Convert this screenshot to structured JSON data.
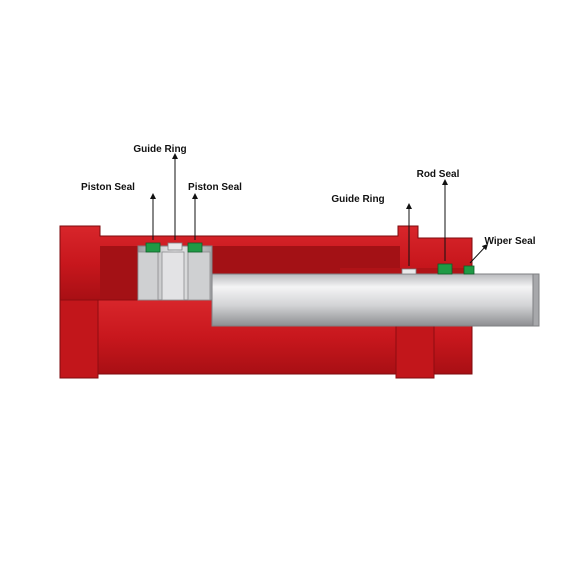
{
  "labels": {
    "guide_ring_piston": "Guide Ring",
    "piston_seal_left": "Piston Seal",
    "piston_seal_right": "Piston Seal",
    "guide_ring_rod": "Guide Ring",
    "rod_seal": "Rod Seal",
    "wiper_seal": "Wiper Seal"
  },
  "colors": {
    "body": "#c8171d",
    "body_dark": "#8e0c10",
    "bore_shade": "#9f1014",
    "steel": "#d6d6d8",
    "steel_light": "#f2f2f3",
    "steel_dark": "#8f9093",
    "seal": "#1f9a45",
    "text": "#111111"
  }
}
